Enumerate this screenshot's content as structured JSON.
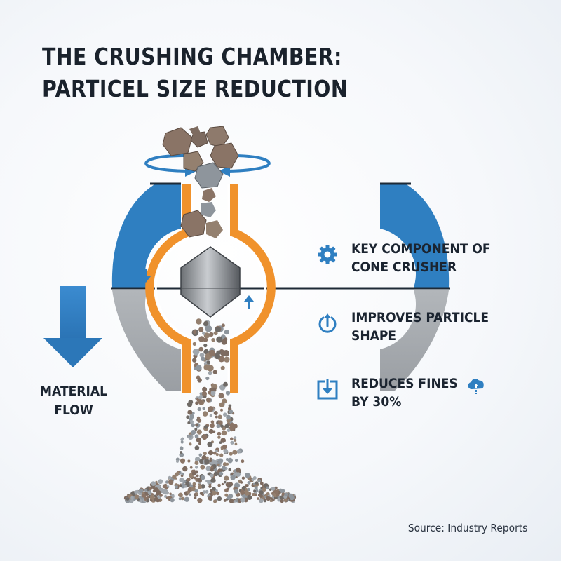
{
  "title": {
    "line1": "THE CRUSHING CHAMBER:",
    "line2": "PARTICEL SIZE REDUCTION"
  },
  "flow_label": {
    "line1": "MATERIAL",
    "line2": "FLOW"
  },
  "features": [
    {
      "icon": "gear-icon",
      "line1": "KEY COMPONENT OF",
      "line2": "CONE CRUSHER"
    },
    {
      "icon": "power-up-arrow-icon",
      "line1": "IMPROVES PARTICLE",
      "line2": "SHAPE"
    },
    {
      "icon": "download-box-icon",
      "line1": "REDUCES FINES",
      "line2": "BY 30%",
      "extra_icon": "cloud-upload-icon"
    }
  ],
  "source": "Source: Industry Reports",
  "colors": {
    "blue": "#2f7fc1",
    "orange": "#f0922c",
    "gray_mantle": "#a5a9ae",
    "rock_brown": "#8a7466",
    "rock_gray": "#8e959c",
    "text_dark": "#1b2430"
  }
}
